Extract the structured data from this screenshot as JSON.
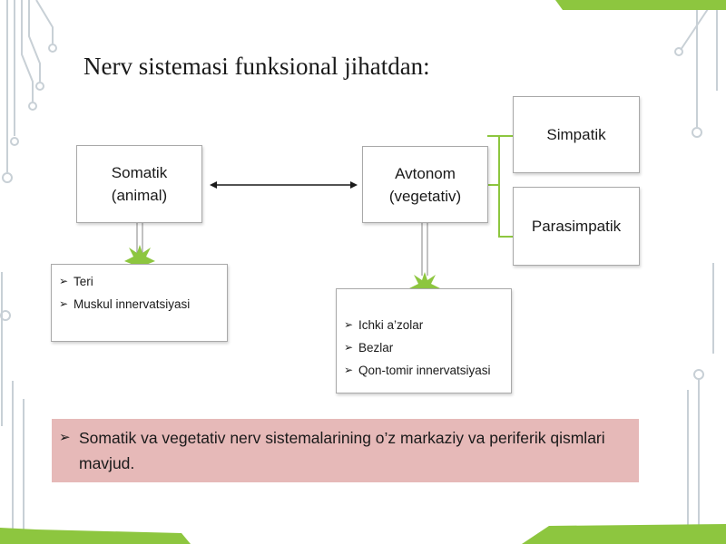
{
  "slide": {
    "title": "Nerv sistemasi funksional jihatdan:",
    "somatik": {
      "line1": "Somatik",
      "line2": "(animal)"
    },
    "avtonom": {
      "line1": "Avtonom",
      "line2": "(vegetativ)"
    },
    "simpatik": "Simpatik",
    "parasimpatik": "Parasimpatik",
    "somatik_list": [
      "Teri",
      "Muskul innervatsiyasi"
    ],
    "avtonom_list": [
      "Ichki a’zolar",
      "Bezlar",
      "Qon-tomir innervatsiyasi"
    ],
    "note": "Somatik va vegetativ nerv sistemalarining o’z markaziy va periferik qismlari mavjud.",
    "bullet_glyph": "➢"
  },
  "colors": {
    "accent_green": "#8dc63f",
    "note_background": "#e6b9b8",
    "box_border": "#a9a9a9",
    "decor_lines": "#c8d0d6"
  }
}
